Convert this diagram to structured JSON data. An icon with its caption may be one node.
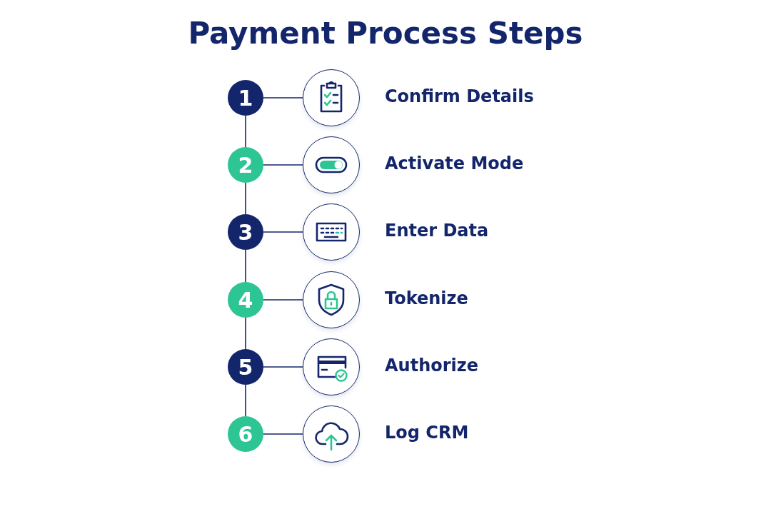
{
  "diagram": {
    "title": "Payment Process Steps",
    "nodes": [
      {
        "text": [
          "1"
        ]
      },
      {
        "text": [],
        "shape": "circle",
        "beside": [
          "Confirm Details"
        ]
      },
      {
        "text": [
          "2"
        ]
      },
      {
        "text": [],
        "shape": "circle",
        "beside": [
          "Activate Mode"
        ]
      },
      {
        "text": [
          "3"
        ]
      },
      {
        "text": [],
        "shape": "circle",
        "beside": [
          "Enter Data"
        ]
      },
      {
        "text": [
          "4"
        ]
      },
      {
        "text": [],
        "shape": "circle",
        "beside": [
          "Tokenize"
        ]
      },
      {
        "text": [
          "5"
        ]
      },
      {
        "text": [],
        "shape": "circle",
        "beside": [
          "Authorize"
        ]
      },
      {
        "text": [
          "6"
        ]
      },
      {
        "text": [],
        "shape": "circle",
        "beside": [
          "Log CRM"
        ]
      }
    ],
    "edges": [
      {
        "from": 0,
        "to": 1,
        "arrow": "none"
      },
      {
        "from": 0,
        "to": 2,
        "arrow": "none"
      },
      {
        "from": 2,
        "to": 3,
        "arrow": "none"
      },
      {
        "from": 2,
        "to": 4,
        "arrow": "none"
      },
      {
        "from": 4,
        "to": 5,
        "arrow": "none"
      },
      {
        "from": 4,
        "to": 6,
        "arrow": "none"
      },
      {
        "from": 6,
        "to": 7,
        "arrow": "none"
      },
      {
        "from": 6,
        "to": 8,
        "arrow": "none"
      },
      {
        "from": 8,
        "to": 9,
        "arrow": "none"
      },
      {
        "from": 8,
        "to": 10,
        "arrow": "none"
      },
      {
        "from": 10,
        "to": 11,
        "arrow": "none"
      }
    ]
  }
}
